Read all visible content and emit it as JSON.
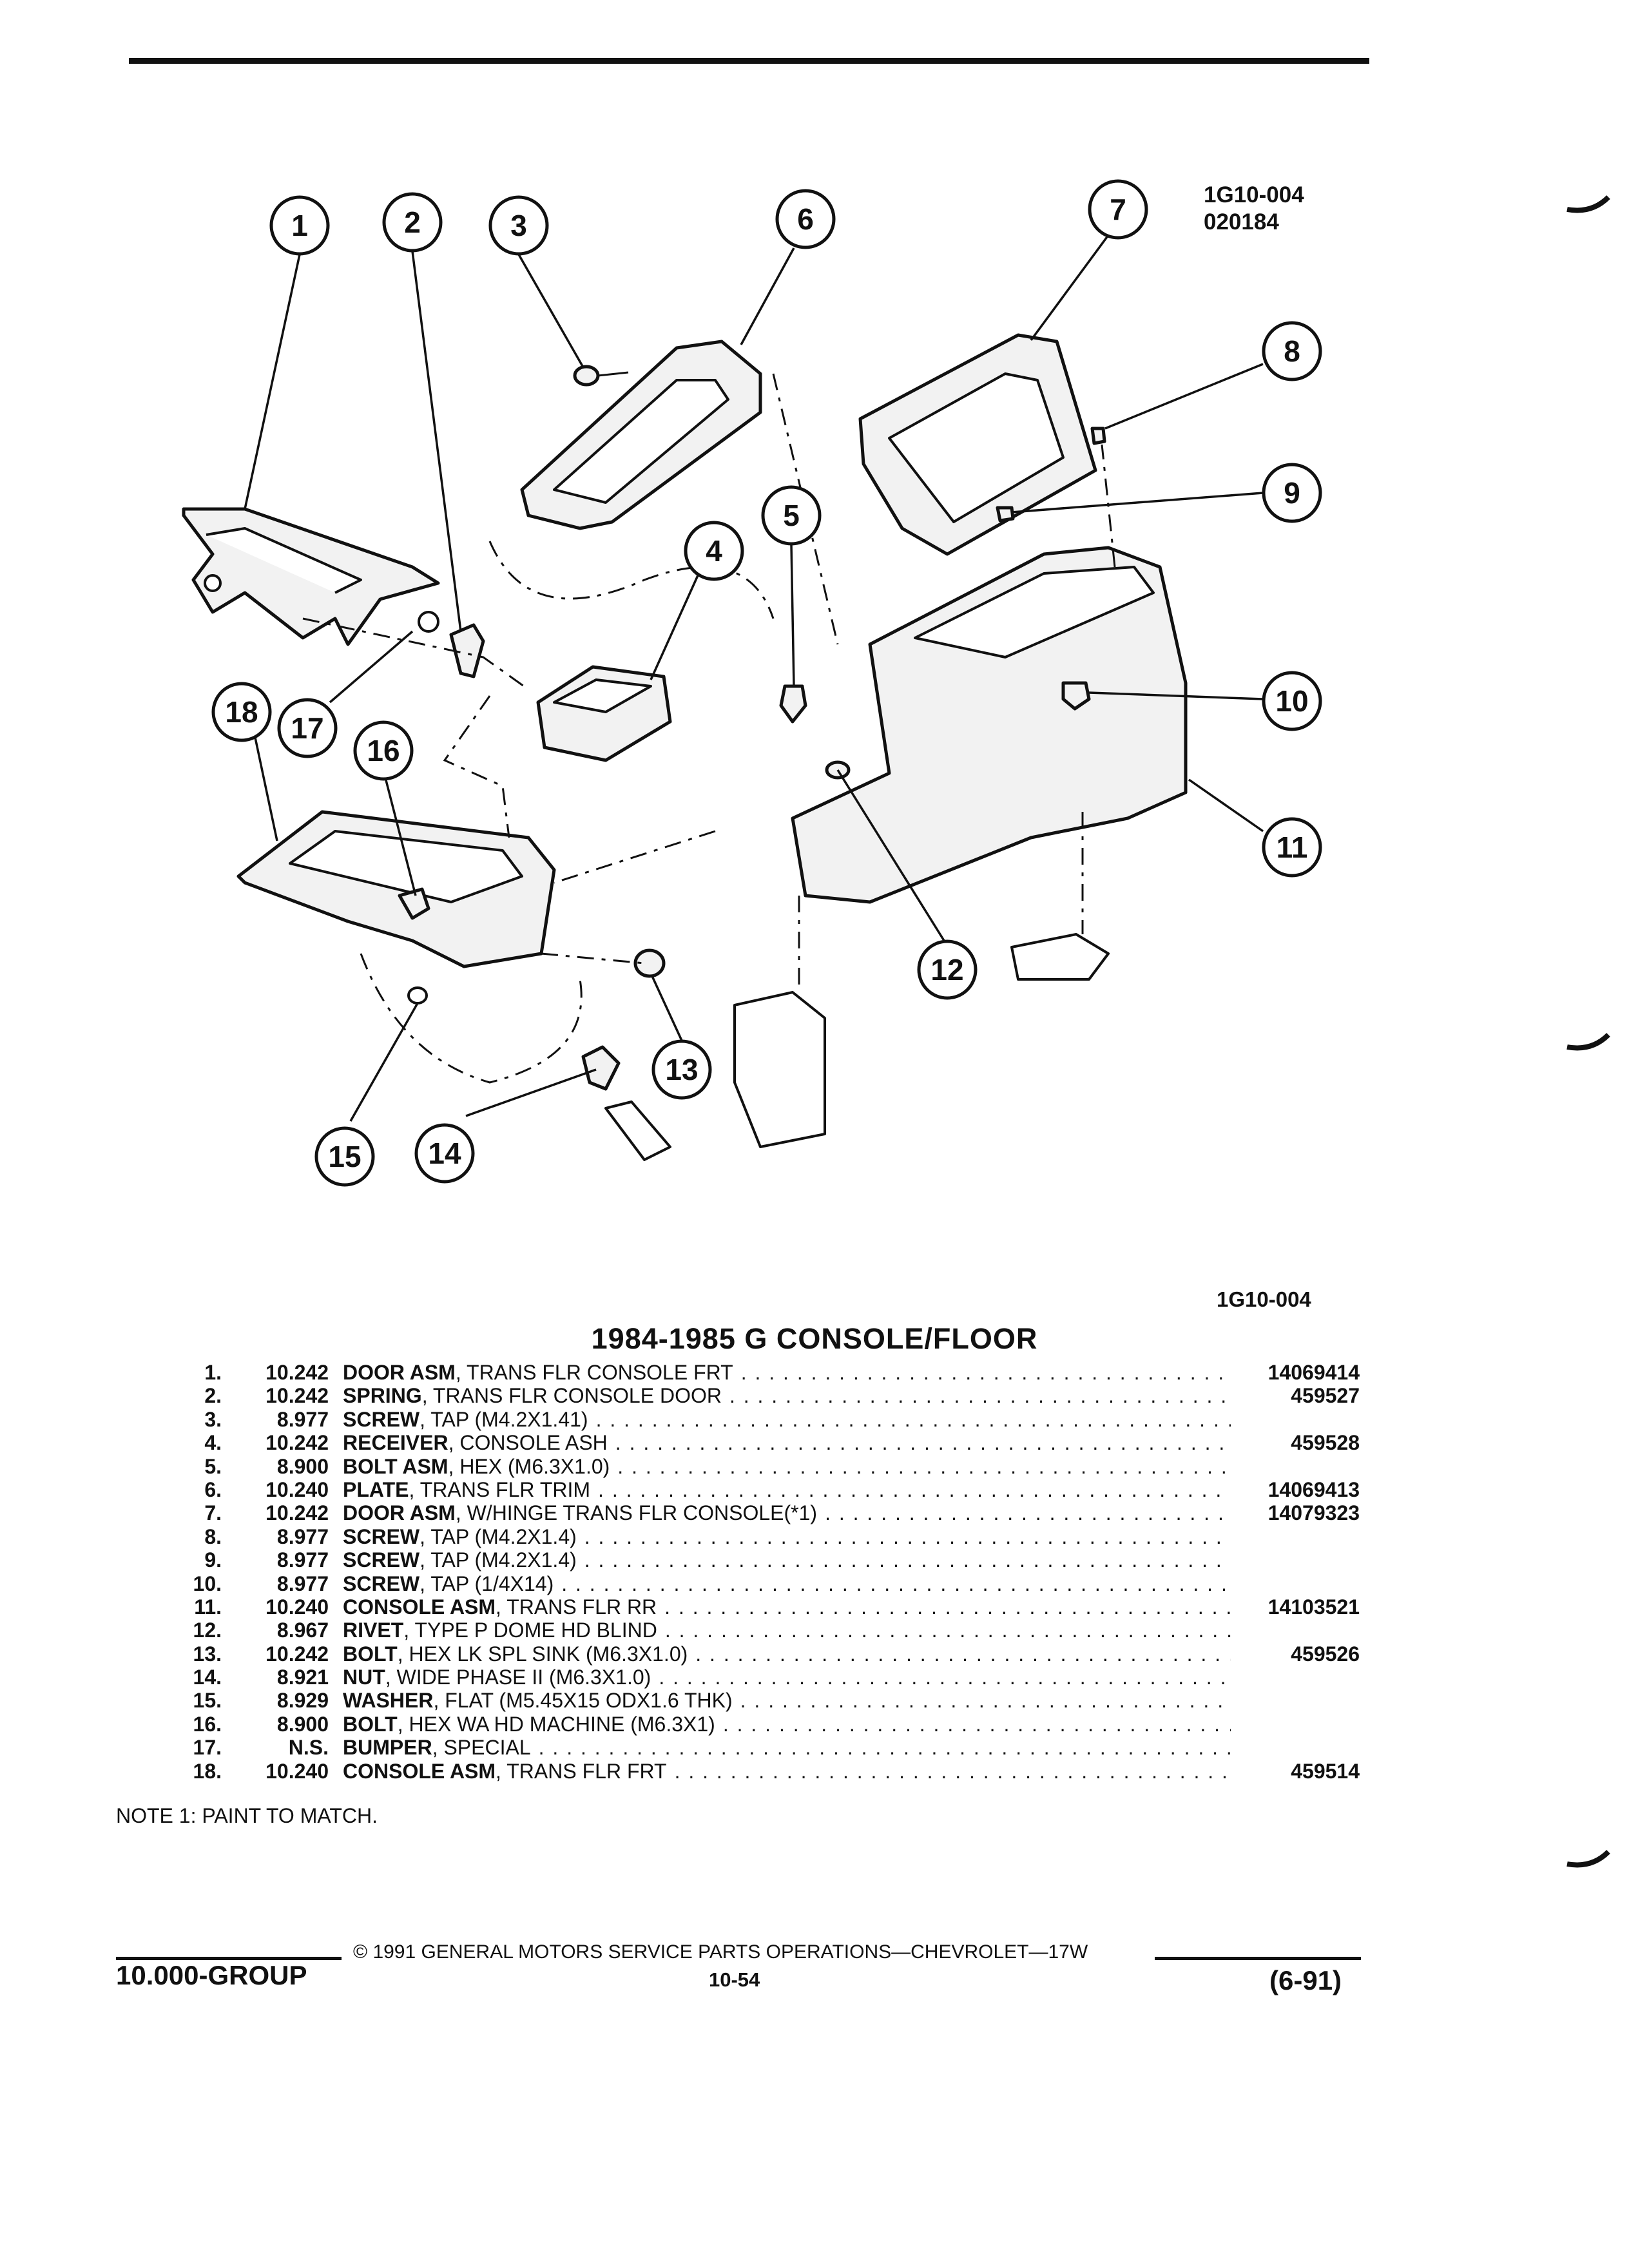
{
  "diagram": {
    "illustration_code": "1G10-004",
    "illustration_date": "020184",
    "figure_ref": "1G10-004",
    "callouts": [
      "1",
      "2",
      "3",
      "4",
      "5",
      "6",
      "7",
      "8",
      "9",
      "10",
      "11",
      "12",
      "13",
      "14",
      "15",
      "16",
      "17",
      "18"
    ]
  },
  "parts_list": {
    "title": "1984-1985 G CONSOLE/FLOOR",
    "rows": [
      {
        "idx": "1.",
        "grp": "10.242",
        "name": "DOOR ASM",
        "spec": ", TRANS FLR CONSOLE FRT",
        "pn": "14069414"
      },
      {
        "idx": "2.",
        "grp": "10.242",
        "name": "SPRING",
        "spec": ", TRANS FLR CONSOLE DOOR",
        "pn": "459527"
      },
      {
        "idx": "3.",
        "grp": "8.977",
        "name": "SCREW",
        "spec": ", TAP (M4.2X1.41)",
        "pn": ""
      },
      {
        "idx": "4.",
        "grp": "10.242",
        "name": "RECEIVER",
        "spec": ", CONSOLE ASH",
        "pn": "459528"
      },
      {
        "idx": "5.",
        "grp": "8.900",
        "name": "BOLT ASM",
        "spec": ", HEX (M6.3X1.0)",
        "pn": ""
      },
      {
        "idx": "6.",
        "grp": "10.240",
        "name": "PLATE",
        "spec": ", TRANS FLR TRIM",
        "pn": "14069413"
      },
      {
        "idx": "7.",
        "grp": "10.242",
        "name": "DOOR ASM",
        "spec": ", W/HINGE TRANS FLR CONSOLE(*1)",
        "pn": "14079323"
      },
      {
        "idx": "8.",
        "grp": "8.977",
        "name": "SCREW",
        "spec": ", TAP (M4.2X1.4)",
        "pn": ""
      },
      {
        "idx": "9.",
        "grp": "8.977",
        "name": "SCREW",
        "spec": ", TAP (M4.2X1.4)",
        "pn": ""
      },
      {
        "idx": "10.",
        "grp": "8.977",
        "name": "SCREW",
        "spec": ", TAP (1/4X14)",
        "pn": ""
      },
      {
        "idx": "11.",
        "grp": "10.240",
        "name": "CONSOLE ASM",
        "spec": ", TRANS FLR RR",
        "pn": "14103521"
      },
      {
        "idx": "12.",
        "grp": "8.967",
        "name": "RIVET",
        "spec": ", TYPE P DOME HD BLIND",
        "pn": ""
      },
      {
        "idx": "13.",
        "grp": "10.242",
        "name": "BOLT",
        "spec": ", HEX LK SPL SINK (M6.3X1.0)",
        "pn": "459526"
      },
      {
        "idx": "14.",
        "grp": "8.921",
        "name": "NUT",
        "spec": ", WIDE PHASE II (M6.3X1.0)",
        "pn": ""
      },
      {
        "idx": "15.",
        "grp": "8.929",
        "name": "WASHER",
        "spec": ", FLAT (M5.45X15 ODX1.6 THK)",
        "pn": ""
      },
      {
        "idx": "16.",
        "grp": "8.900",
        "name": "BOLT",
        "spec": ", HEX WA HD MACHINE (M6.3X1)",
        "pn": ""
      },
      {
        "idx": "17.",
        "grp": "N.S.",
        "name": "BUMPER",
        "spec": ", SPECIAL",
        "pn": ""
      },
      {
        "idx": "18.",
        "grp": "10.240",
        "name": "CONSOLE ASM",
        "spec": ", TRANS FLR FRT",
        "pn": "459514"
      }
    ],
    "note": "NOTE 1: PAINT TO MATCH."
  },
  "footer": {
    "copyright": "© 1991 GENERAL MOTORS SERVICE PARTS OPERATIONS—CHEVROLET—17W",
    "group": "10.000-GROUP",
    "page": "10-54",
    "date": "(6-91)"
  }
}
